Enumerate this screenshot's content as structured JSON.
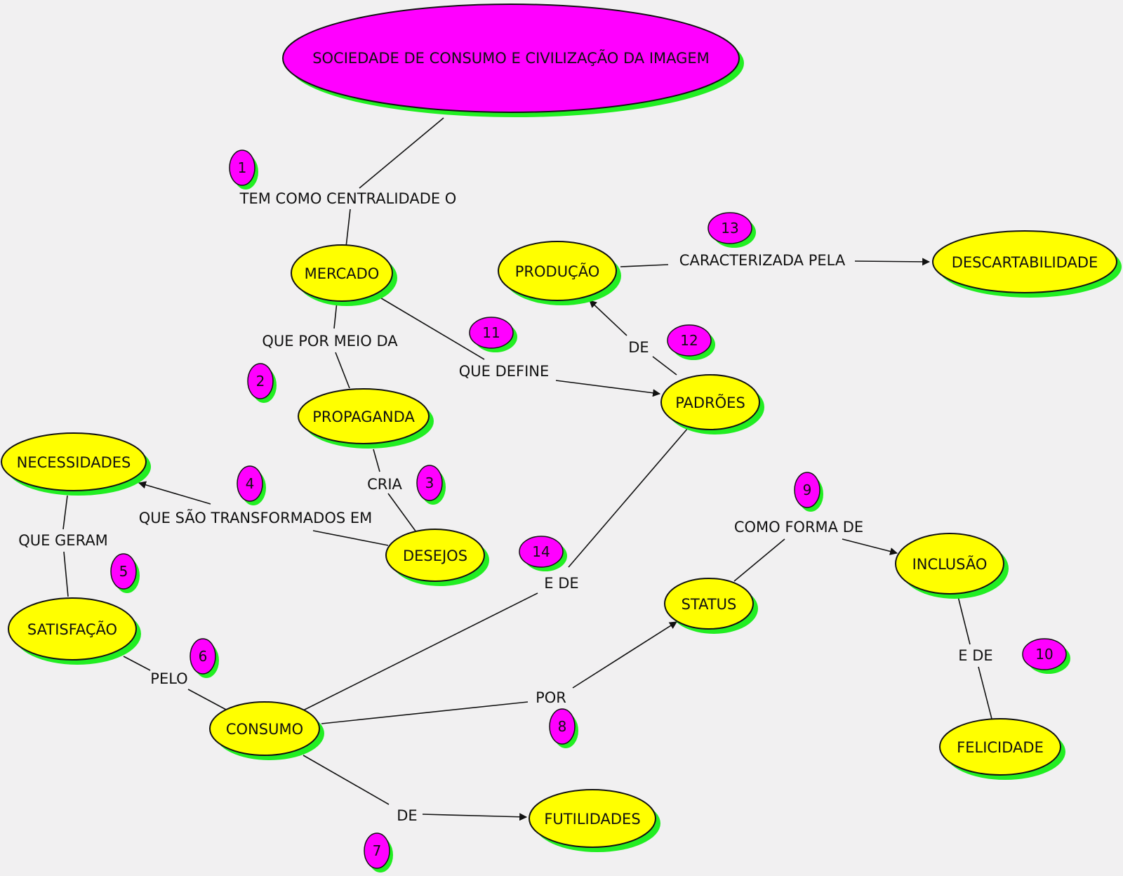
{
  "colors": {
    "background": "#f1f0f1",
    "title_fill": "#ff00ff",
    "node_fill": "#ffff00",
    "shadow": "#22ee22",
    "badge_fill": "#ff00ff",
    "ink": "#111111"
  },
  "nodes": {
    "title": "SOCIEDADE DE CONSUMO E CIVILIZAÇÃO DA IMAGEM",
    "mercado": "MERCADO",
    "producao": "PRODUÇÃO",
    "descartabilidade": "DESCARTABILIDADE",
    "propaganda": "PROPAGANDA",
    "padroes": "PADRÕES",
    "necessidades": "NECESSIDADES",
    "desejos": "DESEJOS",
    "satisfacao": "SATISFAÇÃO",
    "status": "STATUS",
    "inclusao": "INCLUSÃO",
    "consumo": "CONSUMO",
    "felicidade": "FELICIDADE",
    "futilidades": "FUTILIDADES"
  },
  "links": {
    "tem_como": "TEM COMO CENTRALIDADE O",
    "caracterizada": "CARACTERIZADA PELA",
    "que_por_meio": "QUE POR MEIO DA",
    "de_producao": "DE",
    "que_define": "QUE DEFINE",
    "cria": "CRIA",
    "transformados": "QUE SÃO TRANSFORMADOS EM",
    "que_geram": "QUE GERAM",
    "como_forma": "COMO FORMA DE",
    "e_de_padroes": "E DE",
    "pelo": "PELO",
    "e_de_felicidade": "E DE",
    "por": "POR",
    "de_futilidades": "DE"
  },
  "badges": [
    "1",
    "2",
    "3",
    "4",
    "5",
    "6",
    "7",
    "8",
    "9",
    "10",
    "11",
    "12",
    "13",
    "14"
  ]
}
